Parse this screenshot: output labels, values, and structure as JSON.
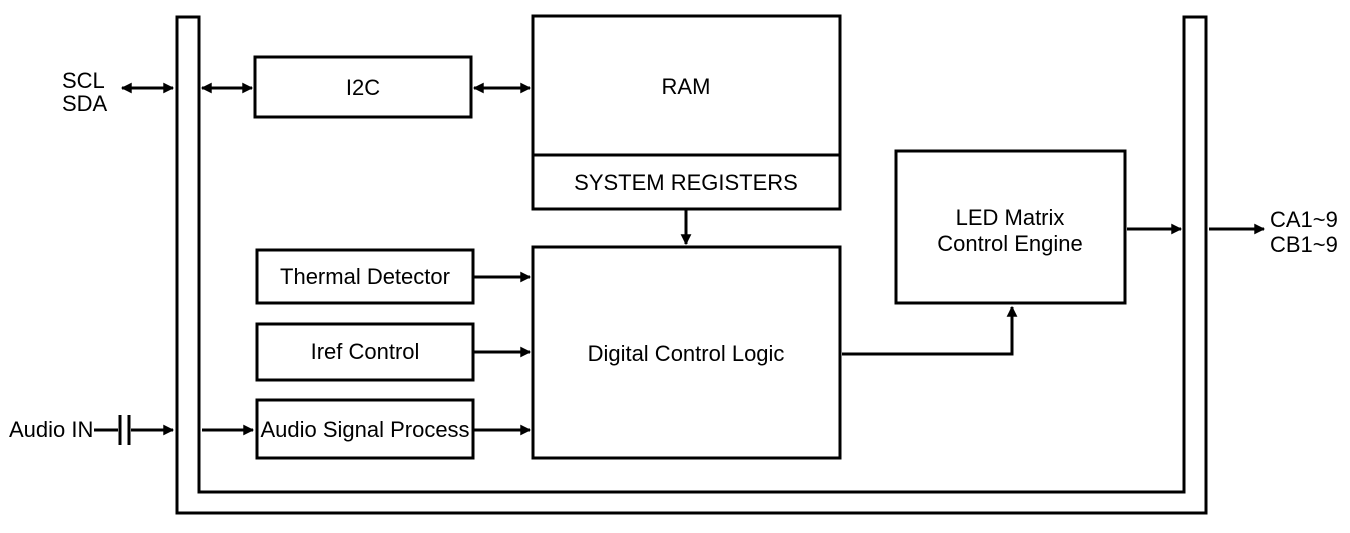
{
  "diagram": {
    "kind": "functional-block-diagram",
    "colors": {
      "background": "#ffffff",
      "line": "#000000",
      "text": "#000000"
    },
    "pins": {
      "scl": "SCL",
      "sda": "SDA",
      "audio_in": "Audio IN",
      "ca_out": "CA1~9",
      "cb_out": "CB1~9"
    },
    "blocks": {
      "i2c": {
        "label": "I2C"
      },
      "ram": {
        "label": "RAM"
      },
      "system_registers": {
        "label": "SYSTEM REGISTERS"
      },
      "thermal_detector": {
        "label": "Thermal Detector"
      },
      "iref_control": {
        "label": "Iref Control"
      },
      "audio_signal_process": {
        "label": "Audio Signal Process"
      },
      "digital_control_logic": {
        "label": "Digital Control Logic"
      },
      "led_matrix_control_engine": {
        "label_line1": "LED Matrix",
        "label_line2": "Control Engine"
      }
    }
  }
}
